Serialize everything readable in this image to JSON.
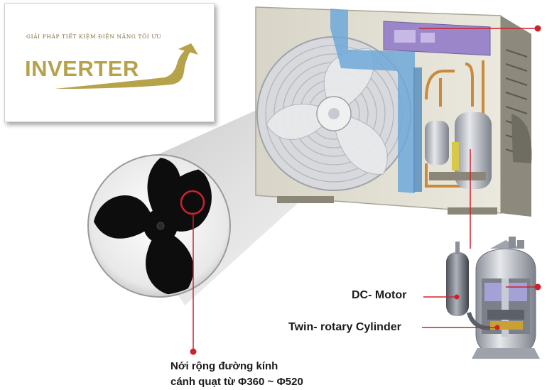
{
  "logo": {
    "tagline": "GIẢI PHÁP TIẾT KIỆM ĐIỆN NĂNG TỐI ƯU",
    "wordmark": "INVERTER"
  },
  "labels": {
    "dc_motor": "DC- Motor",
    "twin_rotary": "Twin- rotary Cylinder"
  },
  "caption": {
    "line1": "Nới rộng đường kính",
    "line2": "cánh quạt từ Φ360 ~ Φ520"
  },
  "colors": {
    "accent_red": "#d0202a",
    "logo_gold": "#b5a24a",
    "unit_body": "#dedbd0",
    "internal_blue": "#6fa8d8",
    "pcb_purple": "#9a86c8",
    "copper": "#c98a3c"
  }
}
